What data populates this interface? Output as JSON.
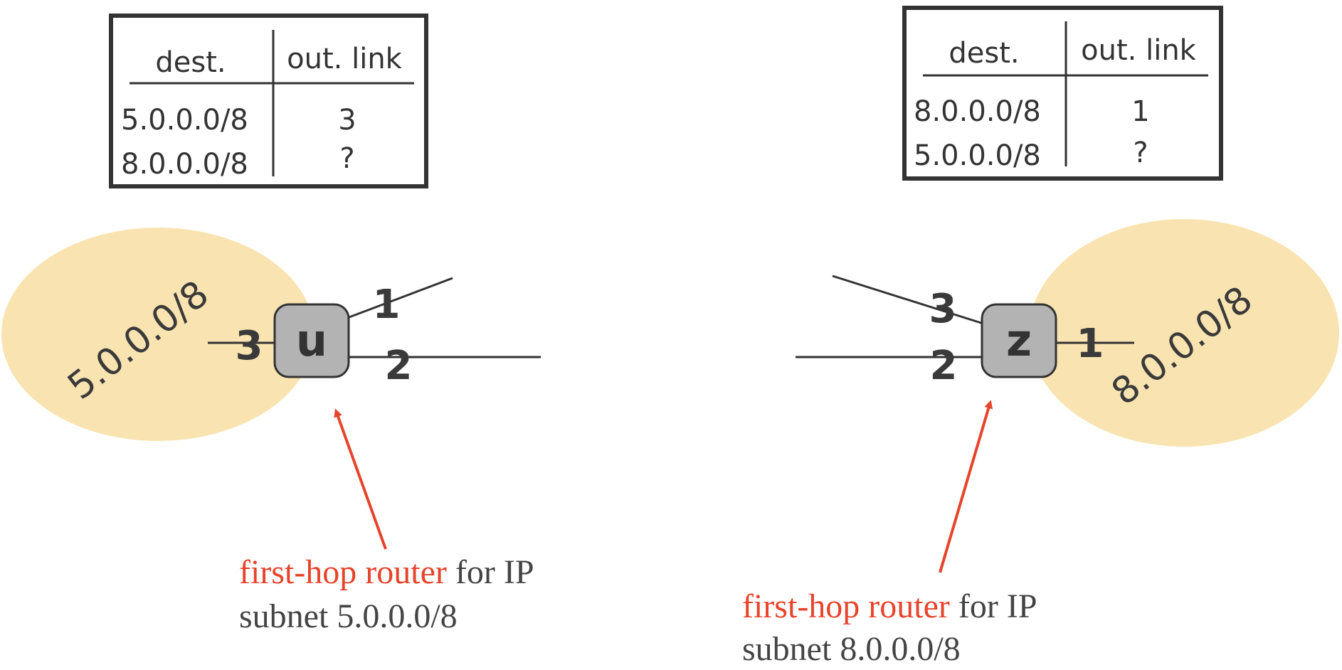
{
  "left": {
    "table": {
      "headers": [
        "dest.",
        "out. link"
      ],
      "rows": [
        [
          "5.0.0.0/8",
          "3"
        ],
        [
          "8.0.0.0/8",
          "?"
        ]
      ]
    },
    "subnet_label": "5.0.0.0/8",
    "router": "u",
    "ports": [
      "1",
      "2",
      "3"
    ],
    "caption": {
      "highlight": "first-hop router",
      "rest_line1": " for IP",
      "line2": "subnet 5.0.0.0/8"
    }
  },
  "right": {
    "table": {
      "headers": [
        "dest.",
        "out. link"
      ],
      "rows": [
        [
          "8.0.0.0/8",
          "1"
        ],
        [
          "5.0.0.0/8",
          "?"
        ]
      ]
    },
    "subnet_label": "8.0.0.0/8",
    "router": "z",
    "ports": [
      "1",
      "2",
      "3"
    ],
    "caption": {
      "highlight": "first-hop router",
      "rest_line1": " for IP",
      "line2": "subnet 8.0.0.0/8"
    }
  },
  "colors": {
    "subnet_fill": "#f9e3b0",
    "router_fill": "#b3b3b3",
    "router_stroke": "#333333",
    "arrow": "#e8432b",
    "highlight_text": "#e8432b",
    "text": "#444444"
  }
}
